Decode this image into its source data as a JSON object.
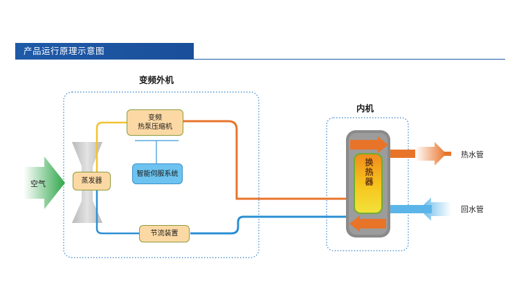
{
  "header": {
    "title": "产品运行原理示意图"
  },
  "outer_unit": {
    "title": "变频外机"
  },
  "inner_unit": {
    "title": "内机"
  },
  "components": {
    "compressor": {
      "line1": "变频",
      "line2": "热泵压缩机"
    },
    "servo": {
      "label": "智能伺服系统"
    },
    "evaporator": {
      "label": "蒸发器"
    },
    "throttle": {
      "label": "节流装置"
    },
    "heat_exchanger": {
      "label": "换热器"
    }
  },
  "labels": {
    "air": "空气",
    "hot_pipe": "热水管",
    "return_pipe": "回水管"
  },
  "colors": {
    "hot_line": "#e8742a",
    "cold_line": "#2a8fd4",
    "yellow_line": "#f2c230",
    "frame_dots": "#4a90d0",
    "header": "#1f5aa8"
  }
}
